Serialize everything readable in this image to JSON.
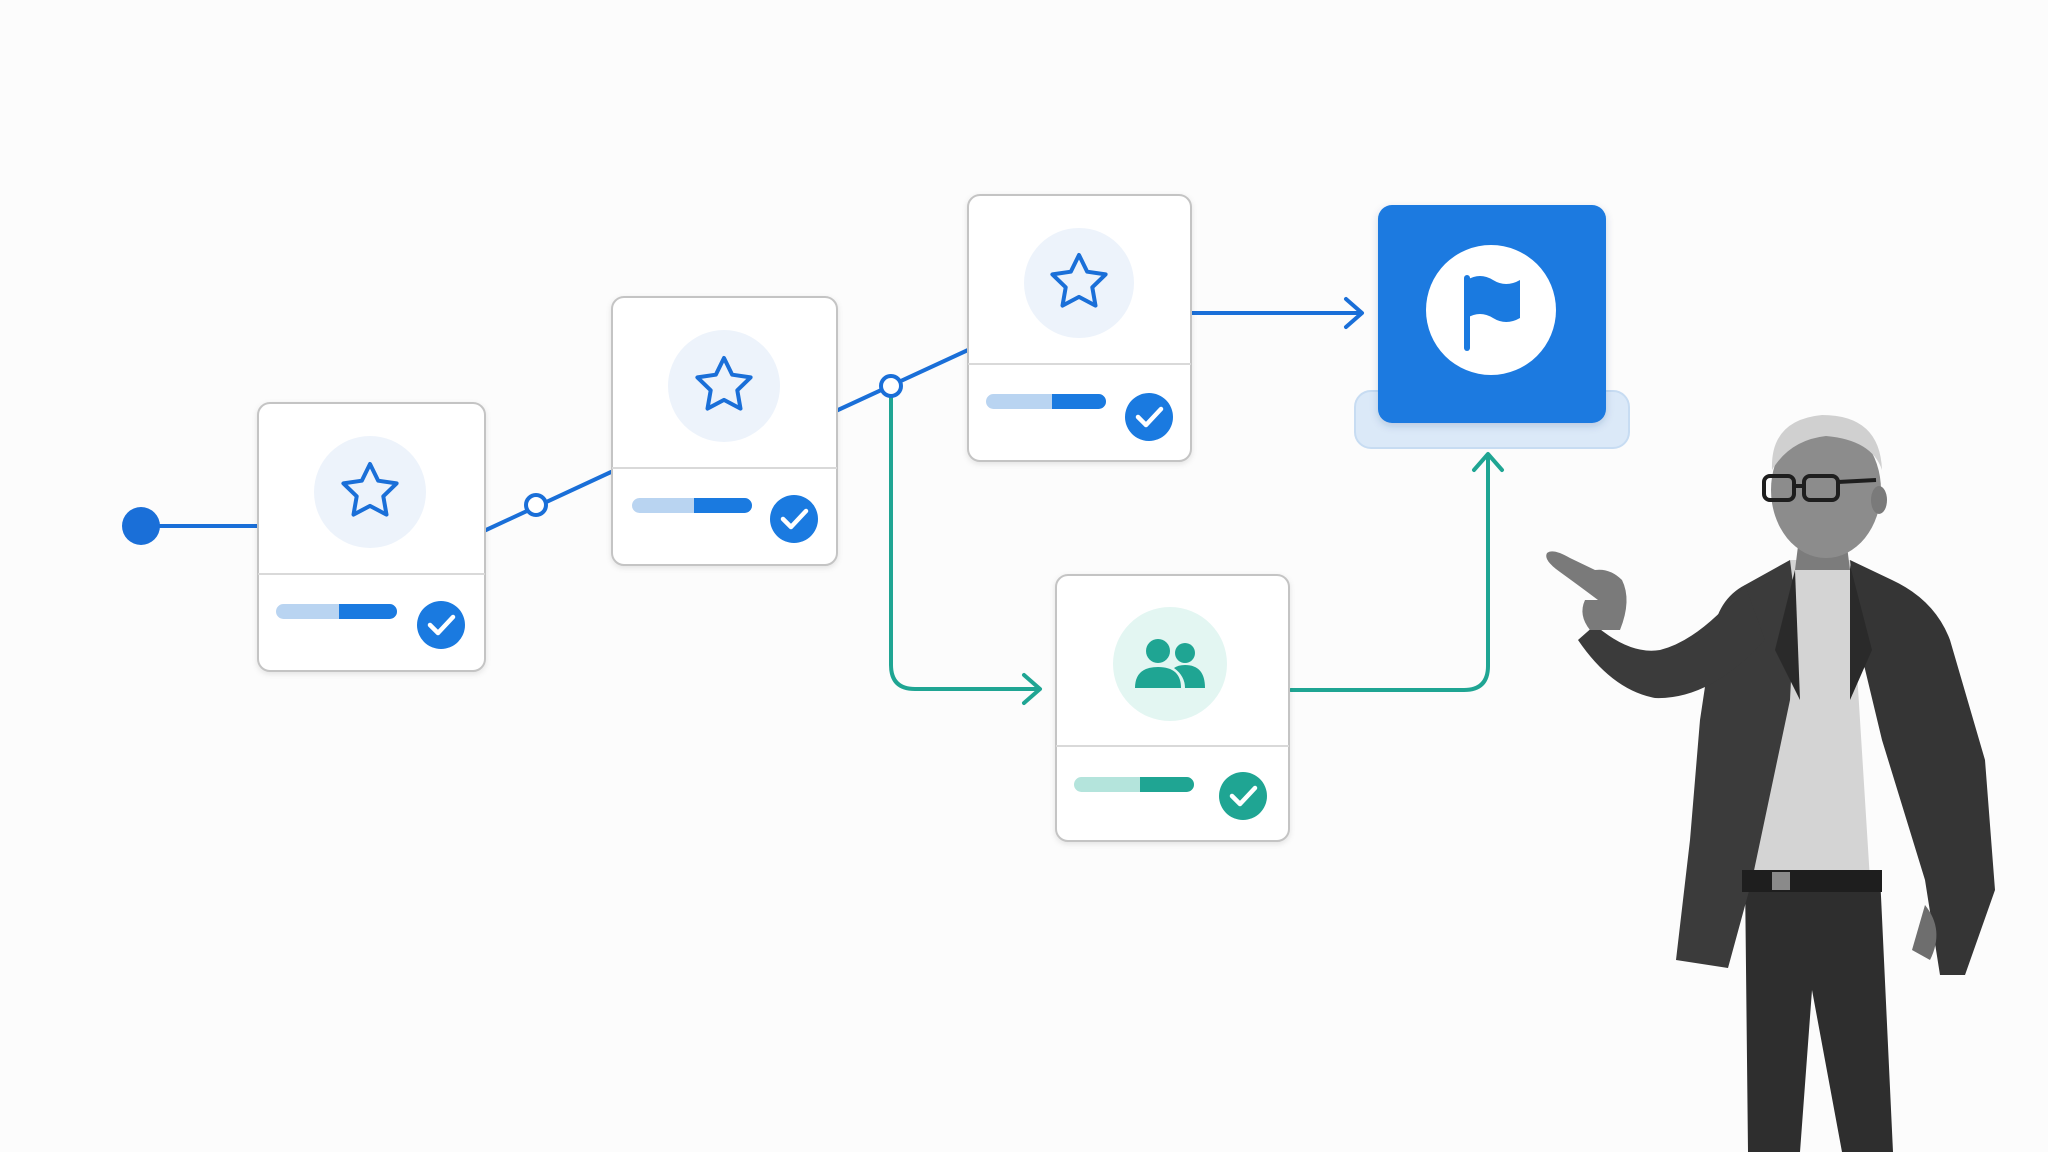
{
  "colors": {
    "background": "#fcfcfc",
    "primary_blue": "#1a7ae0",
    "light_blue": "#b9d4f1",
    "icon_bg_blue": "#edf3fb",
    "teal": "#1fa593",
    "light_teal": "#b4e4dc",
    "icon_bg_teal": "#e3f6f2",
    "card_border": "#c4c4c4",
    "card_divider": "#d9d9d9",
    "goal_shadow": "#dbe9f8"
  },
  "nodes": [
    {
      "id": "step-1",
      "icon": "star-outline-icon",
      "status": "complete",
      "progress": 0.55,
      "accent": "blue"
    },
    {
      "id": "step-2",
      "icon": "star-outline-icon",
      "status": "complete",
      "progress": 0.55,
      "accent": "blue"
    },
    {
      "id": "step-3",
      "icon": "star-outline-icon",
      "status": "complete",
      "progress": 0.55,
      "accent": "blue"
    },
    {
      "id": "team-step",
      "icon": "people-icon",
      "status": "complete",
      "progress": 0.55,
      "accent": "teal"
    }
  ],
  "goal": {
    "icon": "flag-icon",
    "color": "#1a7ae0"
  },
  "connections": [
    {
      "from": "start-point",
      "to": "step-1",
      "style": "line",
      "color": "blue"
    },
    {
      "from": "step-1",
      "to": "step-2",
      "style": "line-with-junction",
      "color": "blue"
    },
    {
      "from": "step-2",
      "to": "step-3",
      "style": "line-with-junction",
      "color": "blue"
    },
    {
      "from": "step-3",
      "to": "goal",
      "style": "arrow",
      "color": "blue"
    },
    {
      "from": "junction-2",
      "to": "team-step",
      "style": "elbow-arrow",
      "color": "teal"
    },
    {
      "from": "team-step",
      "to": "goal",
      "style": "elbow-arrow",
      "color": "teal"
    }
  ],
  "presenter": {
    "description_icon": "person-pointing-icon"
  }
}
